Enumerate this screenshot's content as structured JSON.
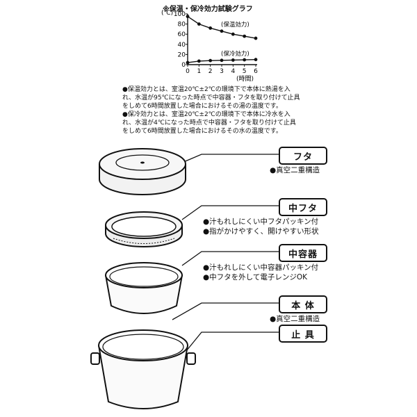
{
  "chart": {
    "title": "※保温・保冷効力試験グラフ",
    "unit": "(℃)",
    "xunit": "(時間)"
  },
  "chart_data": {
    "type": "line",
    "title": "※保温・保冷効力試験グラフ",
    "xlabel": "(時間)",
    "ylabel": "(℃)",
    "x": [
      0,
      1,
      2,
      3,
      4,
      5,
      6
    ],
    "xlim": [
      0,
      6
    ],
    "ylim": [
      0,
      100
    ],
    "yticks": [
      0,
      20,
      40,
      60,
      80,
      100
    ],
    "xticks": [
      0,
      1,
      2,
      3,
      4,
      5,
      6
    ],
    "grid": false,
    "series": [
      {
        "name": "保温効力",
        "values": [
          95,
          80,
          72,
          66,
          60,
          56,
          52
        ],
        "color": "#111111"
      },
      {
        "name": "保冷効力",
        "values": [
          4,
          7,
          8,
          8.5,
          9,
          9.5,
          10
        ],
        "color": "#111111"
      }
    ]
  },
  "notes": [
    "●保温効力とは、室温20℃±2℃の環境下で本体に熱湯を入",
    "れ、水温が95℃になった時点で中容器・フタを取り付けて止具",
    "をしめて6時間放置した場合におけるその湯の温度です。",
    "●保冷効力とは、室温20℃±2℃の環境下で本体に冷水を入",
    "れ、水温が4℃になった時点で中容器・フタを取り付けて止具",
    "をしめて6時間放置した場合におけるその水の温度です。"
  ],
  "parts": [
    {
      "label": "フタ",
      "features": [
        "●真空二重構造"
      ]
    },
    {
      "label": "中フタ",
      "features": [
        "●汁もれしにくい中フタパッキン付",
        "●指がかけやすく、開けやすい形状"
      ]
    },
    {
      "label": "中容器",
      "features": [
        "●汁もれしにくい中容器パッキン付",
        "●中フタを外して電子レンジOK"
      ]
    },
    {
      "label": "本 体",
      "features": [
        "●真空二重構造"
      ]
    },
    {
      "label": "止 具",
      "features": []
    }
  ],
  "colors": {
    "ink": "#111111",
    "lid_fill": "#f2f2f2",
    "paper": "#ffffff"
  }
}
